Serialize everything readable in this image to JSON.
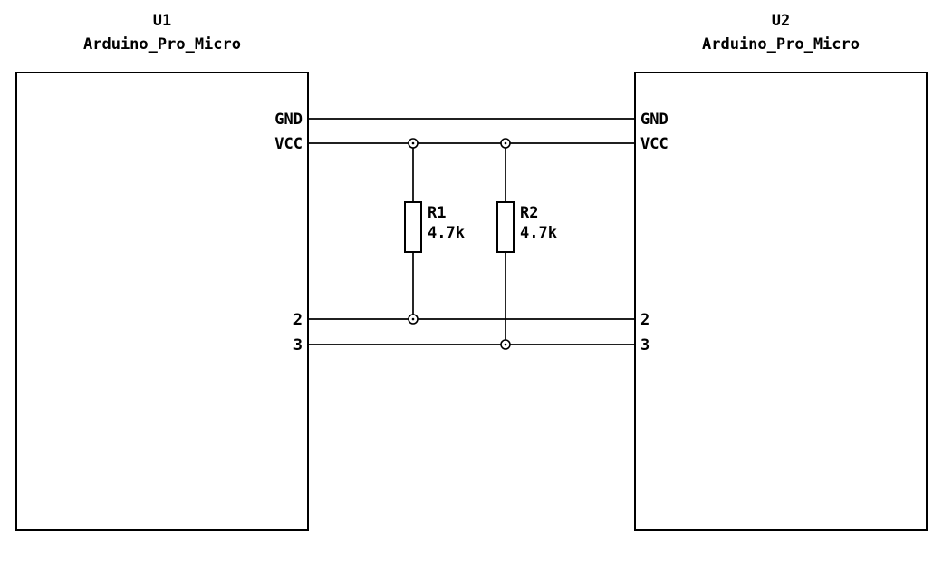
{
  "schematic": {
    "background": "#ffffff",
    "stroke_color": "#000000",
    "components": [
      {
        "ref": "U1",
        "value": "Arduino_Pro_Micro",
        "pins": [
          "GND",
          "VCC",
          "2",
          "3"
        ]
      },
      {
        "ref": "U2",
        "value": "Arduino_Pro_Micro",
        "pins": [
          "GND",
          "VCC",
          "2",
          "3"
        ]
      }
    ],
    "resistors": [
      {
        "ref": "R1",
        "value": "4.7k"
      },
      {
        "ref": "R2",
        "value": "4.7k"
      }
    ],
    "nets": [
      "GND",
      "VCC",
      "2",
      "3"
    ]
  }
}
